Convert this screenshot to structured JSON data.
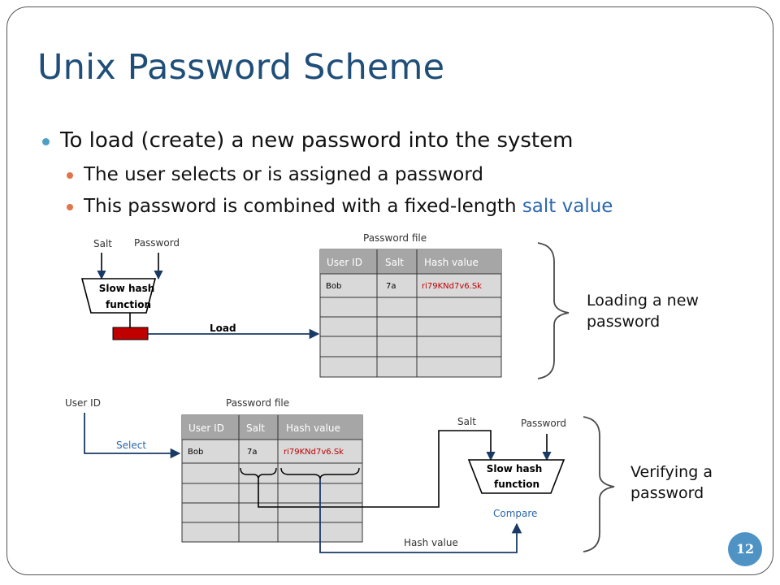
{
  "title": "Unix Password Scheme",
  "bullets": {
    "main": "To load (create) a new password into the system",
    "sub1": "The user selects or is assigned a password",
    "sub2_prefix": "This password is combined with a fixed-length ",
    "sub2_highlight": "salt value"
  },
  "loading_diagram": {
    "salt_label": "Salt",
    "password_label": "Password",
    "hash_function_line1": "Slow hash",
    "hash_function_line2": "function",
    "load_label": "Load",
    "file_label": "Password file",
    "table_headers": [
      "User ID",
      "Salt",
      "Hash value"
    ],
    "row": {
      "user": "Bob",
      "salt": "7a",
      "hash": "ri79KNd7v6.Sk"
    },
    "caption_line1": "Loading a new",
    "caption_line2": "password"
  },
  "verifying_diagram": {
    "user_id_label": "User ID",
    "file_label": "Password file",
    "select_label": "Select",
    "table_headers": [
      "User ID",
      "Salt",
      "Hash value"
    ],
    "row": {
      "user": "Bob",
      "salt": "7a",
      "hash": "ri79KNd7v6.Sk"
    },
    "salt_label": "Salt",
    "password_label": "Password",
    "hash_function_line1": "Slow hash",
    "hash_function_line2": "function",
    "compare_label": "Compare",
    "hash_value_label": "Hash value",
    "caption_line1": "Verifying a",
    "caption_line2": "password"
  },
  "page_number": "12",
  "colors": {
    "title": "#1f4e79",
    "highlight": "#2b67ad",
    "hash_text": "#c00000",
    "table_header_bg": "#a6a6a6",
    "table_cell_bg": "#d9d9d9",
    "page_badge": "#4f93c5"
  }
}
